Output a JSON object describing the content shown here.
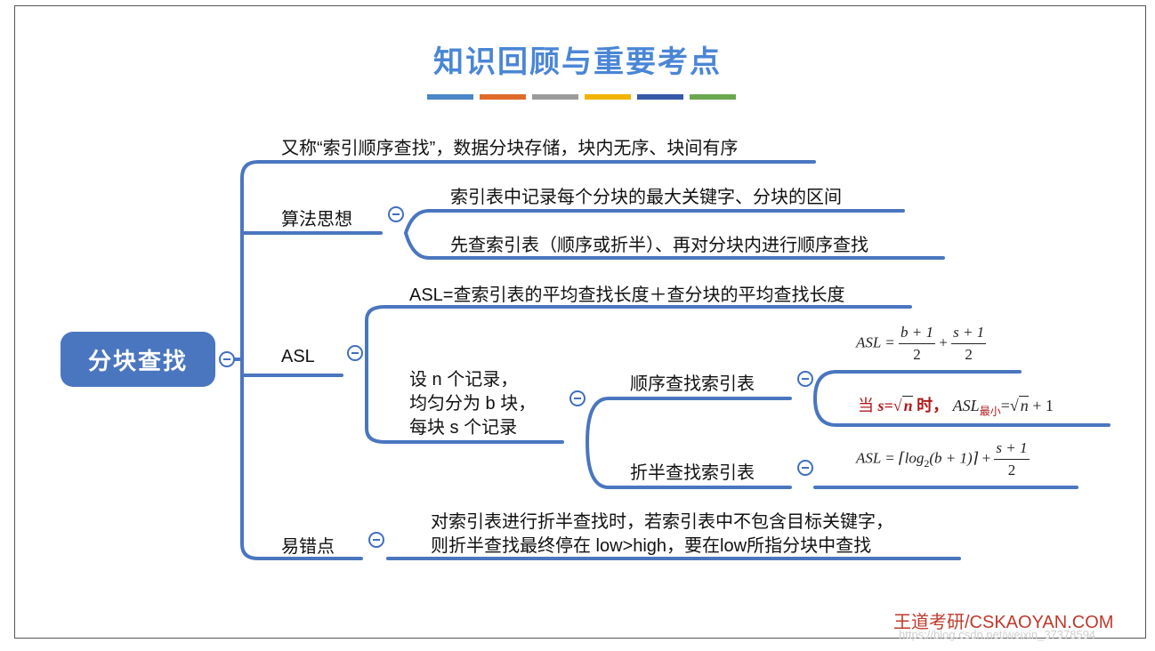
{
  "title": "知识回顾与重要考点",
  "title_bar_colors": [
    "#4a86c8",
    "#e06a2a",
    "#9b9b9b",
    "#f2b400",
    "#3558a8",
    "#6aa84f"
  ],
  "line_color": "#4a76c0",
  "root": {
    "label": "分块查找"
  },
  "branches": {
    "definition": {
      "label": "又称“索引顺序查找”，数据分块存储，块内无序、块间有序"
    },
    "idea": {
      "label": "算法思想",
      "children": [
        "索引表中记录每个分块的最大关键字、分块的区间",
        "先查索引表（顺序或折半）、再对分块内进行顺序查找"
      ]
    },
    "asl": {
      "label": "ASL",
      "formula_def": "ASL=查索引表的平均查找长度＋查分块的平均查找长度",
      "setup_lines": [
        "设 n 个记录，",
        "均匀分为 b 块，",
        "每块 s 个记录"
      ],
      "sequential": {
        "label": "顺序查找索引表",
        "asl_lhs": "ASL =",
        "frac1_num": "b + 1",
        "frac1_den": "2",
        "plus": "+",
        "frac2_num": "s + 1",
        "frac2_den": "2",
        "cond_dang": "当",
        "cond_s_eq": "s=",
        "cond_sqrt_n": "n",
        "cond_shi": "时，",
        "min_lhs": "ASL",
        "min_sub": "最小",
        "min_eq": "=",
        "min_sqrt_n": "n",
        "min_tail": "+ 1"
      },
      "binary": {
        "label": "折半查找索引表",
        "asl_lhs": "ASL =",
        "ceil_expr": "⌈log",
        "ceil_sub": "2",
        "ceil_tail": "(b + 1)⌉",
        "plus": "+",
        "frac_num": "s + 1",
        "frac_den": "2"
      }
    },
    "pitfall": {
      "label": "易错点",
      "lines": [
        "对索引表进行折半查找时，若索引表中不包含目标关键字，",
        "则折半查找最终停在 low>high，要在low所指分块中查找"
      ]
    }
  },
  "watermark": "王道考研/CSKAOYAN.COM",
  "watermark_url": "https://blog.csdn.net/weixin_37378594"
}
